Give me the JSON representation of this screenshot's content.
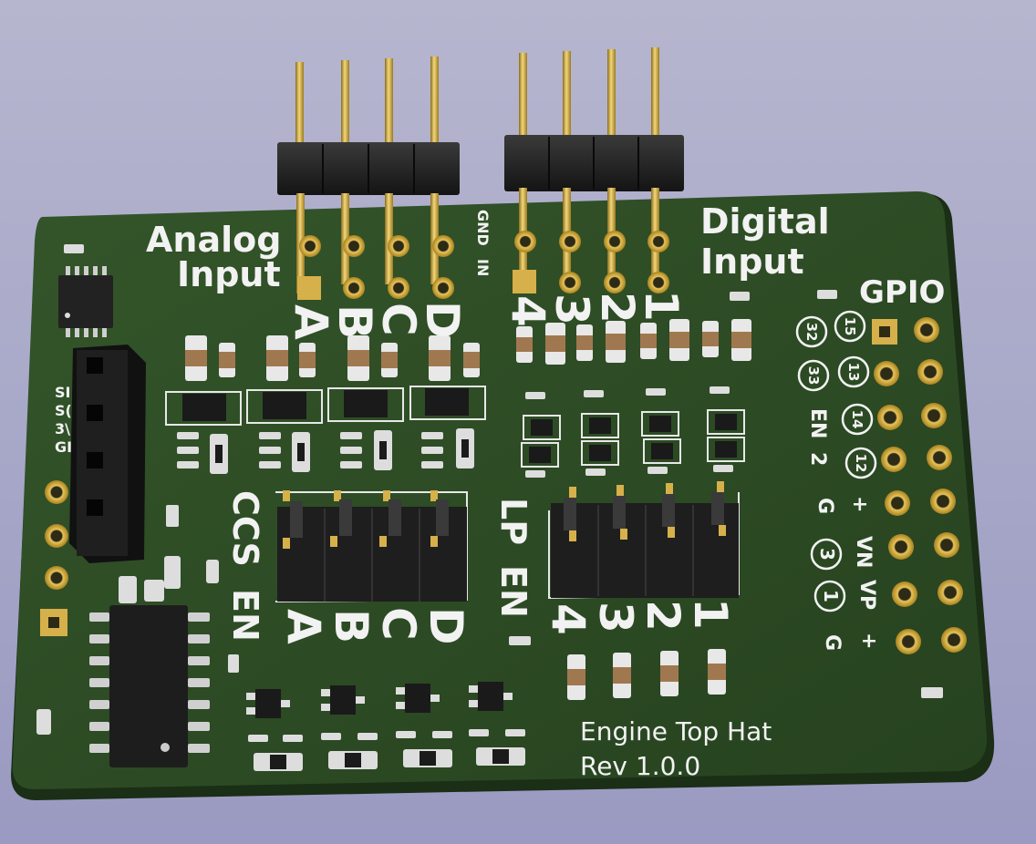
{
  "board": {
    "title_line1": "Engine Top Hat",
    "title_line2": "Rev 1.0.0",
    "colors": {
      "background": "#a8a8c8",
      "pcb": "#2c4a24",
      "pcb_edge": "#1e3318",
      "silkscreen": "#f2f2f2",
      "gold": "#c9a233",
      "header_plastic": "#1c1c1c"
    }
  },
  "analog": {
    "label_line1": "Analog",
    "label_line2": "Input",
    "channels": [
      "A",
      "B",
      "C",
      "D"
    ]
  },
  "digital": {
    "label_line1": "Digital",
    "label_line2": "Input",
    "side_label_1": "GND",
    "side_label_2": "IN",
    "channels": [
      "4",
      "3",
      "2",
      "1"
    ]
  },
  "ccs": {
    "label_line1": "CCS",
    "label_line2": "EN",
    "channels": [
      "A",
      "B",
      "C",
      "D"
    ]
  },
  "lp": {
    "label_line1": "LP",
    "label_line2": "EN",
    "channels": [
      "4",
      "3",
      "2",
      "1"
    ]
  },
  "gpio": {
    "title": "GPIO",
    "circled_row1": [
      "32",
      "15"
    ],
    "circled_row2": [
      "33",
      "13"
    ],
    "row3_text": "EN",
    "row3_circled": "14",
    "row4_text": "2",
    "row4_circled": "12",
    "row5": [
      "G",
      "+"
    ],
    "row6_circled": "3",
    "row6_text": "VN",
    "row7_circled": "1",
    "row7_text": "VP",
    "row8": [
      "G",
      "+"
    ]
  },
  "left_header": {
    "labels": [
      "SI",
      "S(",
      "3\\",
      "GI"
    ]
  }
}
